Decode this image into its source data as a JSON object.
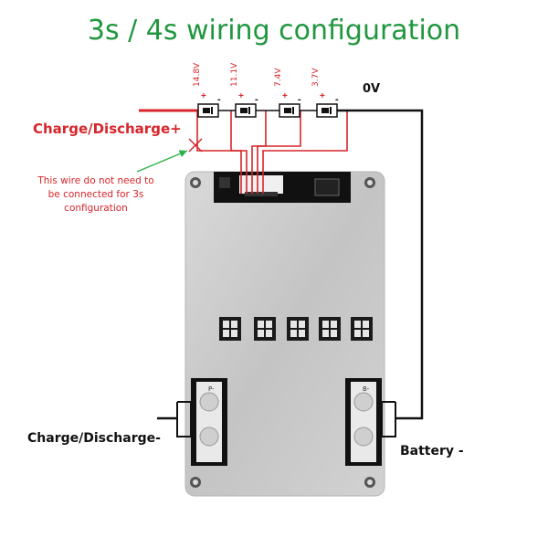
{
  "title": "3s / 4s wiring configuration",
  "labels": {
    "charge_plus": "Charge/Discharge+",
    "zero_v": "0V",
    "note_line1": "This wire do not need to",
    "note_line2": "be connected for 3s",
    "note_line3": "configuration",
    "charge_minus": "Charge/Discharge-",
    "battery_minus": "Battery -"
  },
  "cells": [
    {
      "voltage": "14.8V",
      "plus": "+",
      "minus": "-"
    },
    {
      "voltage": "11.1V",
      "plus": "+",
      "minus": "-"
    },
    {
      "voltage": "7.4V",
      "plus": "+",
      "minus": "-"
    },
    {
      "voltage": "3.7V",
      "plus": "+",
      "minus": "-"
    }
  ],
  "pad_labels": {
    "p": "P-",
    "b": "B-"
  },
  "colors": {
    "title": "#20973f",
    "positive_wire": "#d7252a",
    "negative_wire": "#111111",
    "note_text": "#d7252a",
    "note_arrow": "#2bb34a",
    "board": "#c9c9c9"
  }
}
